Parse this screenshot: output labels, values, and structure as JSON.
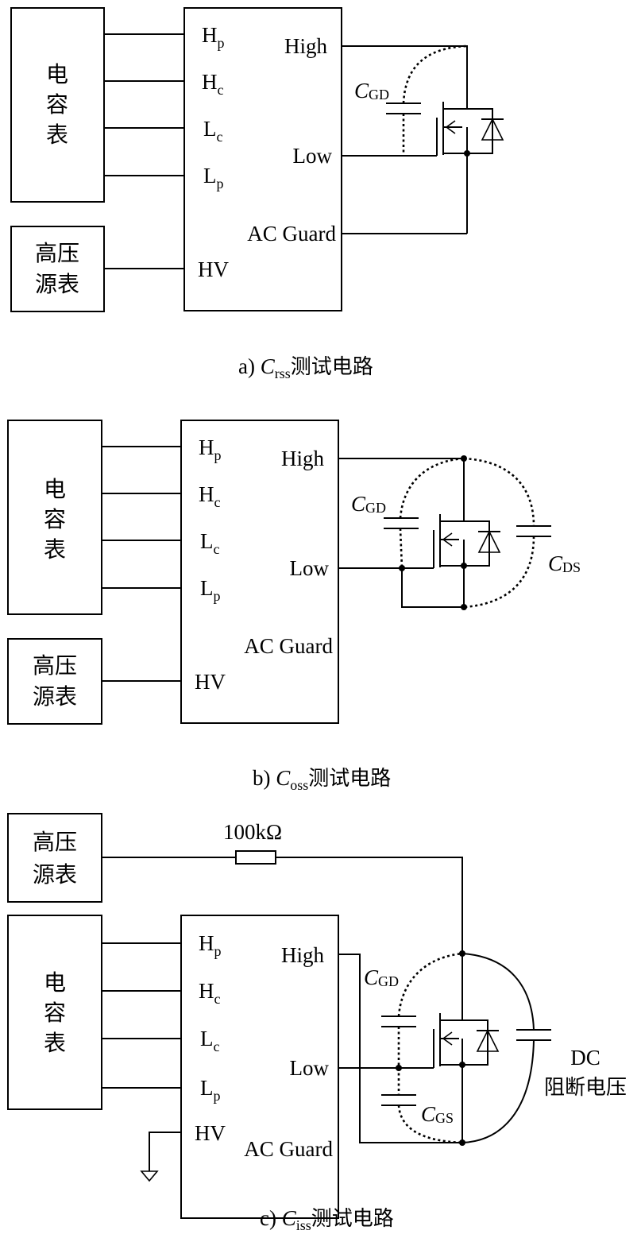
{
  "diagrams": [
    {
      "caption": {
        "prefix": "a) ",
        "c": "C",
        "sub": "rss",
        "suffix": "测试电路"
      },
      "cap_meter": [
        "电",
        "容",
        "表"
      ],
      "hv_meter": [
        "高压",
        "源表"
      ],
      "ports": {
        "hp": "H",
        "hp_sub": "p",
        "hc": "H",
        "hc_sub": "c",
        "lc": "L",
        "lc_sub": "c",
        "lp": "L",
        "lp_sub": "p",
        "hv": "HV"
      },
      "terms": {
        "high": "High",
        "low": "Low",
        "guard": "AC Guard"
      },
      "cgd": {
        "c": "C",
        "sub": "GD"
      }
    },
    {
      "caption": {
        "prefix": "b) ",
        "c": "C",
        "sub": "oss",
        "suffix": "测试电路"
      },
      "cap_meter": [
        "电",
        "容",
        "表"
      ],
      "hv_meter": [
        "高压",
        "源表"
      ],
      "ports": {
        "hp": "H",
        "hp_sub": "p",
        "hc": "H",
        "hc_sub": "c",
        "lc": "L",
        "lc_sub": "c",
        "lp": "L",
        "lp_sub": "p",
        "hv": "HV"
      },
      "terms": {
        "high": "High",
        "low": "Low",
        "guard": "AC Guard"
      },
      "cgd": {
        "c": "C",
        "sub": "GD"
      },
      "cds": {
        "c": "C",
        "sub": "DS"
      }
    },
    {
      "caption": {
        "prefix": "c) ",
        "c": "C",
        "sub": "iss",
        "suffix": "测试电路"
      },
      "cap_meter": [
        "电",
        "容",
        "表"
      ],
      "hv_meter": [
        "高压",
        "源表"
      ],
      "ports": {
        "hp": "H",
        "hp_sub": "p",
        "hc": "H",
        "hc_sub": "c",
        "lc": "L",
        "lc_sub": "c",
        "lp": "L",
        "lp_sub": "p",
        "hv": "HV"
      },
      "terms": {
        "high": "High",
        "low": "Low",
        "guard": "AC Guard"
      },
      "cgd": {
        "c": "C",
        "sub": "GD"
      },
      "cgs": {
        "c": "C",
        "sub": "GS"
      },
      "resistor": "100kΩ",
      "dc_block": [
        "DC",
        "阻断电压"
      ]
    }
  ]
}
